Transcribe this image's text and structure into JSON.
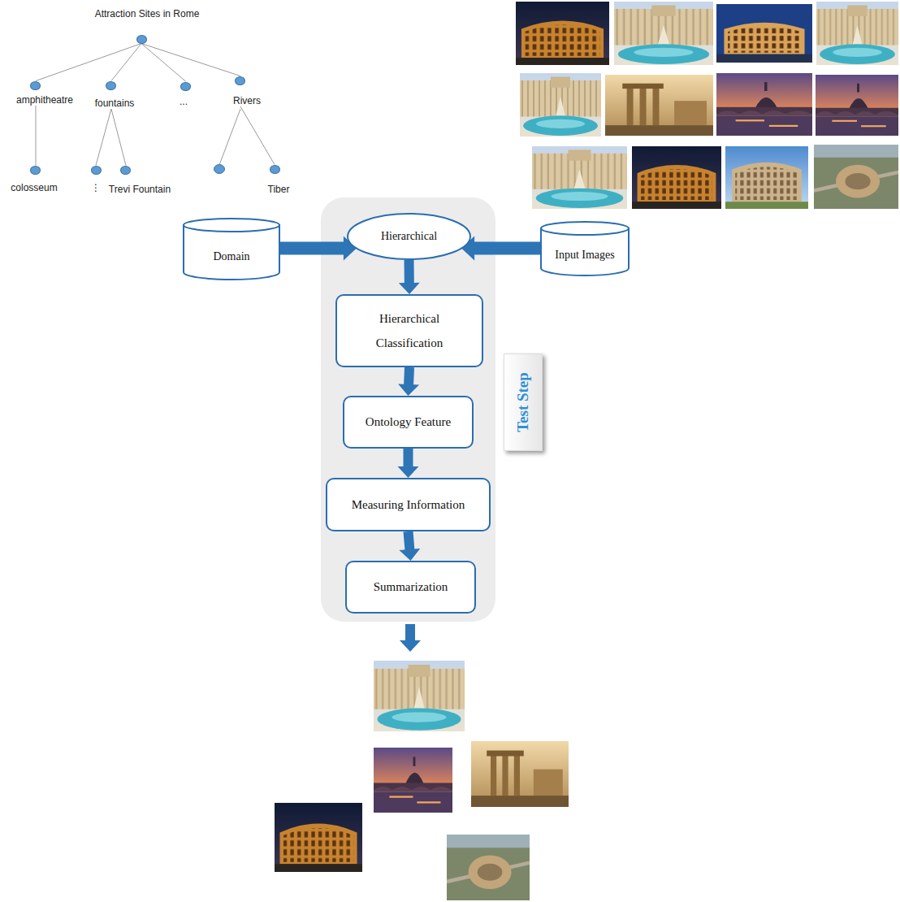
{
  "diagram": {
    "nodes": [
      {
        "text": [
          "Attraction Sites in Rome"
        ]
      },
      {
        "text": [
          "amphitheatre"
        ]
      },
      {
        "text": [
          "fountains"
        ]
      },
      {
        "text": [
          "..."
        ]
      },
      {
        "text": [
          "Rivers"
        ]
      },
      {
        "text": [
          "colosseum"
        ]
      },
      {
        "text": [
          "⋮"
        ]
      },
      {
        "text": [
          "Trevi Fountain"
        ]
      },
      {
        "text": [
          "Tiber"
        ]
      },
      {
        "text": [
          "Domain"
        ]
      },
      {
        "text": [
          "Input Images"
        ]
      },
      {
        "text": [
          "Hierarchical"
        ]
      },
      {
        "text": [
          "Hierarchical Classification"
        ]
      },
      {
        "text": [
          "Ontology Feature"
        ]
      },
      {
        "text": [
          "Measuring Information"
        ]
      },
      {
        "text": [
          "Summarization"
        ]
      },
      {
        "text": [
          "Test Step"
        ]
      }
    ],
    "edges": [
      {
        "from": 0,
        "to": 1,
        "arrow": "none"
      },
      {
        "from": 0,
        "to": 2,
        "arrow": "none"
      },
      {
        "from": 0,
        "to": 3,
        "arrow": "none"
      },
      {
        "from": 0,
        "to": 4,
        "arrow": "none"
      },
      {
        "from": 1,
        "to": 5,
        "arrow": "none"
      },
      {
        "from": 2,
        "to": 6,
        "arrow": "none"
      },
      {
        "from": 2,
        "to": 7,
        "arrow": "none"
      },
      {
        "from": 4,
        "to": 8,
        "arrow": "none"
      },
      {
        "from": 9,
        "to": 11,
        "arrow": "to"
      },
      {
        "from": 10,
        "to": 11,
        "arrow": "to"
      },
      {
        "from": 11,
        "to": 12,
        "arrow": "to"
      },
      {
        "from": 12,
        "to": 13,
        "arrow": "to"
      },
      {
        "from": 13,
        "to": 14,
        "arrow": "to"
      },
      {
        "from": 14,
        "to": 15,
        "arrow": "to"
      }
    ]
  }
}
